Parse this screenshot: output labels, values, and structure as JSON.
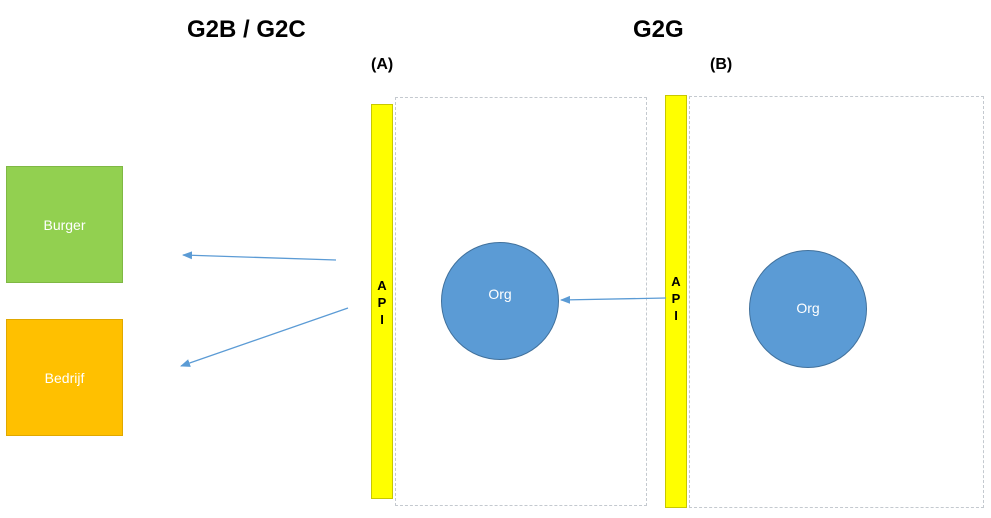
{
  "headings": {
    "left": "G2B / G2C",
    "right": "G2G"
  },
  "sections": {
    "a_label": "(A)",
    "b_label": "(B)"
  },
  "actors": {
    "burger": "Burger",
    "bedrijf": "Bedrijf"
  },
  "api": {
    "letters": [
      "A",
      "P",
      "I"
    ]
  },
  "orgs": {
    "a": "Org",
    "b": "Org"
  },
  "colors": {
    "burger": "#92d050",
    "bedrijf": "#ffc000",
    "api_bar": "#ffff00",
    "org_fill": "#5b9bd5",
    "org_border": "#41719c",
    "arrow": "#5b9bd5",
    "frame_border": "#c4c9cf"
  }
}
